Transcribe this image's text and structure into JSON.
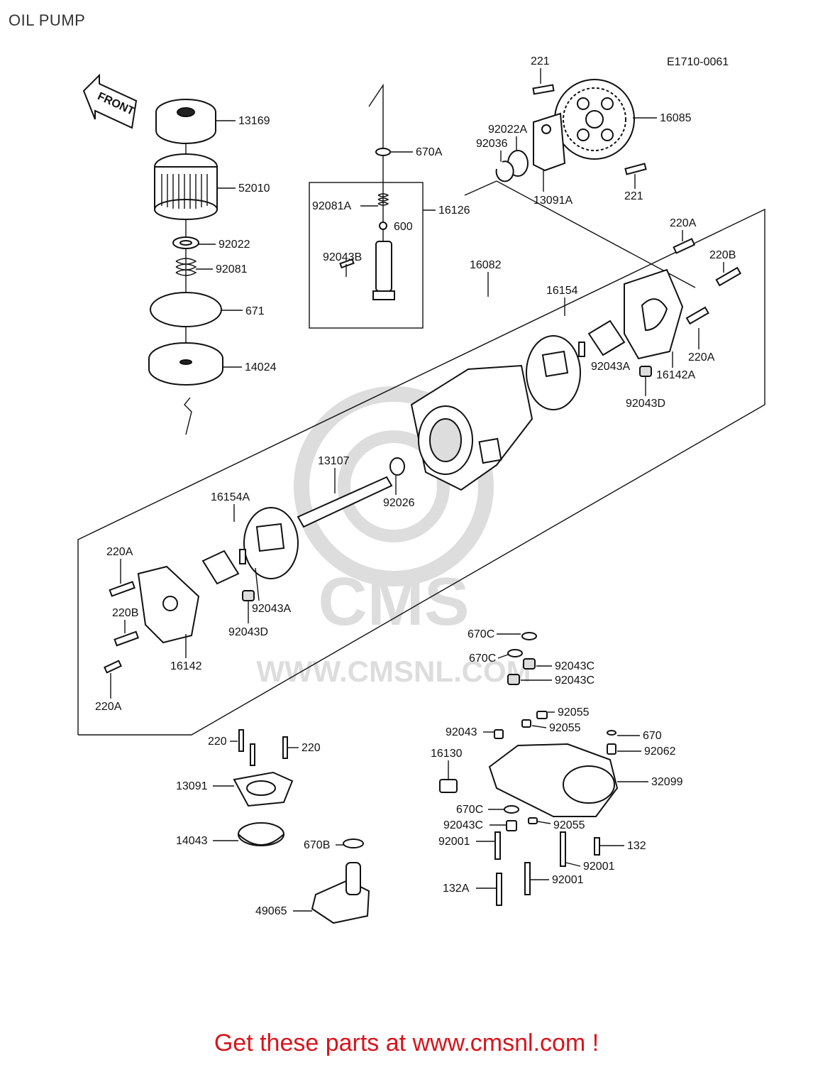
{
  "page": {
    "title": "OIL PUMP",
    "figure_code": "E1710-0061",
    "front_label": "FRONT",
    "footer_cta": "Get these parts at www.cmsnl.com !"
  },
  "watermark": {
    "logo_text": "CMS",
    "url_text": "WWW.CMSNL.COM"
  },
  "labels": [
    {
      "id": "p13169",
      "text": "13169"
    },
    {
      "id": "p52010",
      "text": "52010"
    },
    {
      "id": "p92022",
      "text": "92022"
    },
    {
      "id": "p92081",
      "text": "92081"
    },
    {
      "id": "p671",
      "text": "671"
    },
    {
      "id": "p14024",
      "text": "14024"
    },
    {
      "id": "p670A",
      "text": "670A"
    },
    {
      "id": "p92081A",
      "text": "92081A"
    },
    {
      "id": "p16126",
      "text": "16126"
    },
    {
      "id": "p600",
      "text": "600"
    },
    {
      "id": "p92043B",
      "text": "92043B"
    },
    {
      "id": "p221a",
      "text": "221"
    },
    {
      "id": "p16085",
      "text": "16085"
    },
    {
      "id": "p92022A",
      "text": "92022A"
    },
    {
      "id": "p92036",
      "text": "92036"
    },
    {
      "id": "p13091A",
      "text": "13091A"
    },
    {
      "id": "p221b",
      "text": "221"
    },
    {
      "id": "p220Aa",
      "text": "220A"
    },
    {
      "id": "p220Ba",
      "text": "220B"
    },
    {
      "id": "p16082",
      "text": "16082"
    },
    {
      "id": "p16154",
      "text": "16154"
    },
    {
      "id": "p220Ab",
      "text": "220A"
    },
    {
      "id": "p92043Aa",
      "text": "92043A"
    },
    {
      "id": "p16142A",
      "text": "16142A"
    },
    {
      "id": "p92043Da",
      "text": "92043D"
    },
    {
      "id": "p13107",
      "text": "13107"
    },
    {
      "id": "p92026",
      "text": "92026"
    },
    {
      "id": "p16154A",
      "text": "16154A"
    },
    {
      "id": "p220Ac",
      "text": "220A"
    },
    {
      "id": "p220Bb",
      "text": "220B"
    },
    {
      "id": "p92043Ab",
      "text": "92043A"
    },
    {
      "id": "p92043Db",
      "text": "92043D"
    },
    {
      "id": "p16142",
      "text": "16142"
    },
    {
      "id": "p220Ad",
      "text": "220A"
    },
    {
      "id": "p670Ca",
      "text": "670C"
    },
    {
      "id": "p670Cb",
      "text": "670C"
    },
    {
      "id": "p92043Ca",
      "text": "92043C"
    },
    {
      "id": "p92043Cb",
      "text": "92043C"
    },
    {
      "id": "p92055a",
      "text": "92055"
    },
    {
      "id": "p92043",
      "text": "92043"
    },
    {
      "id": "p92055b",
      "text": "92055"
    },
    {
      "id": "p670",
      "text": "670"
    },
    {
      "id": "p16130",
      "text": "16130"
    },
    {
      "id": "p92062",
      "text": "92062"
    },
    {
      "id": "p32099",
      "text": "32099"
    },
    {
      "id": "p670Cc",
      "text": "670C"
    },
    {
      "id": "p92043Cc",
      "text": "92043C"
    },
    {
      "id": "p92055c",
      "text": "92055"
    },
    {
      "id": "p92001a",
      "text": "92001"
    },
    {
      "id": "p132",
      "text": "132"
    },
    {
      "id": "p92001b",
      "text": "92001"
    },
    {
      "id": "p92001c",
      "text": "92001"
    },
    {
      "id": "p132A",
      "text": "132A"
    },
    {
      "id": "p220a",
      "text": "220"
    },
    {
      "id": "p220b",
      "text": "220"
    },
    {
      "id": "p13091",
      "text": "13091"
    },
    {
      "id": "p14043",
      "text": "14043"
    },
    {
      "id": "p670B",
      "text": "670B"
    },
    {
      "id": "p49065",
      "text": "49065"
    }
  ]
}
